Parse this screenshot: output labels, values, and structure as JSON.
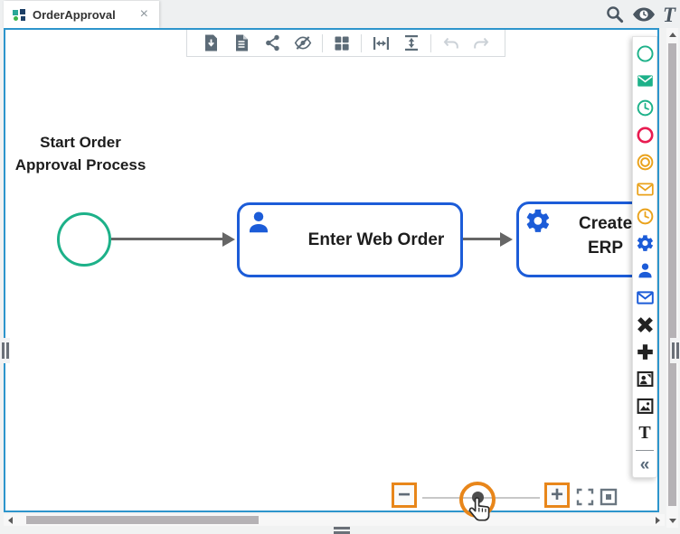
{
  "window": {
    "tab_title": "OrderApproval",
    "tab_close": "×"
  },
  "header": {
    "icons": [
      {
        "name": "search"
      },
      {
        "name": "watch-mode"
      },
      {
        "name": "text-tool",
        "glyph": "T"
      }
    ]
  },
  "toolbar": {
    "items": [
      "import-model",
      "document-properties",
      "share",
      "hide-labels",
      "auto-layout",
      "fit-width",
      "fit-height",
      "undo",
      "redo"
    ]
  },
  "diagram": {
    "start_annotation": {
      "line1": "Start Order",
      "line2": "Approval Process"
    },
    "start_event": {
      "type": "start-event"
    },
    "flows": [
      {
        "from": "start-event",
        "to": "Enter Web Order"
      },
      {
        "from": "Enter Web Order",
        "to": "Create ERP"
      }
    ],
    "tasks": [
      {
        "type": "user-task",
        "label": "Enter Web Order"
      },
      {
        "type": "service-task",
        "label_line1": "Create",
        "label_line2": "ERP"
      }
    ]
  },
  "palette": {
    "items": [
      "start-event",
      "message-start-event",
      "timer-start-event",
      "end-event",
      "intermediate-event",
      "message-intermediate-event",
      "timer-intermediate-event",
      "service-task",
      "user-task",
      "receive-task",
      "exclusive-gateway",
      "parallel-gateway",
      "user-image-annotation",
      "image-annotation",
      "text-annotation"
    ],
    "text_tool_glyph": "T",
    "collapse_glyph": "«"
  },
  "zoom_controls": {
    "zoom_out": "−",
    "zoom_in": "+"
  },
  "colors": {
    "canvas_border": "#2d95cc",
    "event_green": "#1db189",
    "event_red": "#e81c51",
    "event_amber": "#eaa21b",
    "task_blue": "#1c5cd8",
    "highlight_orange": "#e8861a",
    "icon_gray": "#5c6b77"
  }
}
